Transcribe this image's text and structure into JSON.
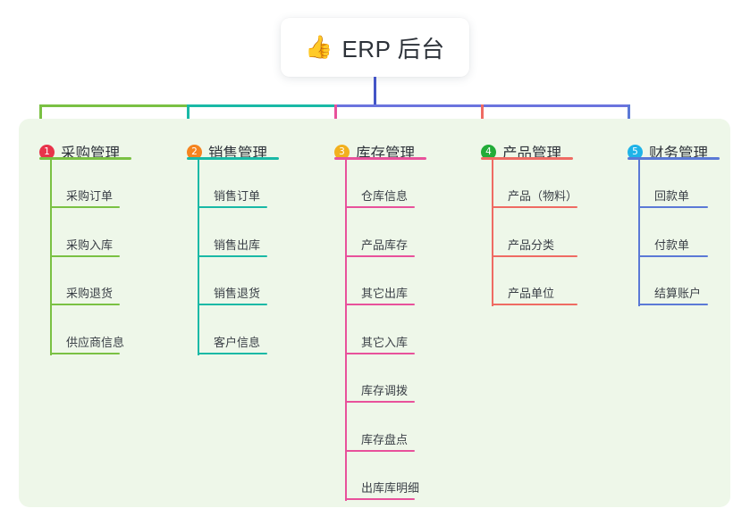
{
  "title": {
    "icon": "thumbs-up-icon",
    "icon_glyph": "👍",
    "text": "ERP 后台"
  },
  "palette": {
    "background": "#ffffff",
    "panel": "#eef7e9",
    "card": "#ffffff",
    "trunk": "#4455c7",
    "bus_left": "#7ac143",
    "bus_mid": "#19b9a6",
    "bus_right": "#6b74de",
    "text": "#2f343b"
  },
  "columns": [
    {
      "number": "1",
      "title": "采购管理",
      "badge_color": "#e8334a",
      "line_color": "#7ac143",
      "items": [
        "采购订单",
        "采购入库",
        "采购退货",
        "供应商信息"
      ]
    },
    {
      "number": "2",
      "title": "销售管理",
      "badge_color": "#f5841f",
      "line_color": "#19b9a6",
      "items": [
        "销售订单",
        "销售出库",
        "销售退货",
        "客户信息"
      ]
    },
    {
      "number": "3",
      "title": "库存管理",
      "badge_color": "#f2b01e",
      "line_color": "#e8519b",
      "items": [
        "仓库信息",
        "产品库存",
        "其它出库",
        "其它入库",
        "库存调拨",
        "库存盘点",
        "出库库明细"
      ]
    },
    {
      "number": "4",
      "title": "产品管理",
      "badge_color": "#22ac38",
      "line_color": "#ef6b63",
      "items": [
        "产品（物料）",
        "产品分类",
        "产品单位"
      ]
    },
    {
      "number": "5",
      "title": "财务管理",
      "badge_color": "#1fb3e8",
      "line_color": "#5b79d6",
      "items": [
        "回款单",
        "付款单",
        "结算账户"
      ]
    }
  ]
}
